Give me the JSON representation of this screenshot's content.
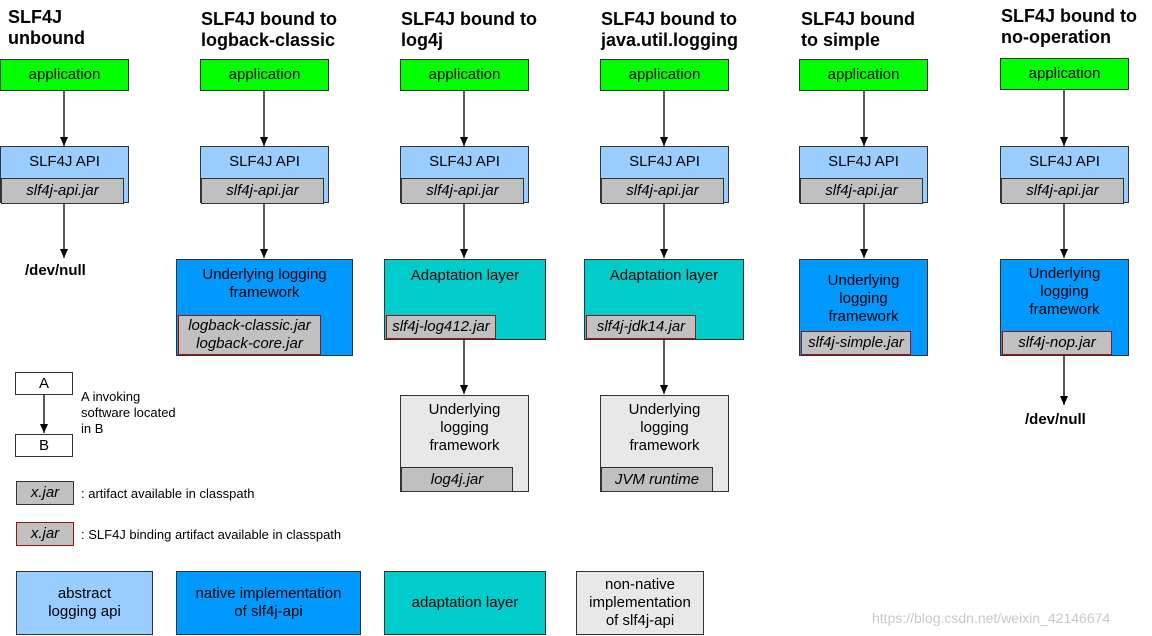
{
  "columns": [
    {
      "title": "SLF4J\nunbound",
      "app": "application",
      "api": "SLF4J API",
      "api_jar": "slf4j-api.jar",
      "devnull": "/dev/null"
    },
    {
      "title": "SLF4J bound to\nlogback-classic",
      "app": "application",
      "api": "SLF4J API",
      "api_jar": "slf4j-api.jar",
      "layer": "Underlying logging\nframework",
      "jar_lines": [
        "logback-classic.jar",
        "logback-core.jar"
      ]
    },
    {
      "title": "SLF4J bound to\nlog4j",
      "app": "application",
      "api": "SLF4J API",
      "api_jar": "slf4j-api.jar",
      "layer": "Adaptation layer",
      "layer_jar": "slf4j-log412.jar",
      "framework": "Underlying\nlogging\nframework",
      "framework_jar": "log4j.jar"
    },
    {
      "title": "SLF4J bound to\njava.util.logging",
      "app": "application",
      "api": "SLF4J API",
      "api_jar": "slf4j-api.jar",
      "layer": "Adaptation layer",
      "layer_jar": "slf4j-jdk14.jar",
      "framework": "Underlying\nlogging\nframework",
      "framework_jar": "JVM runtime"
    },
    {
      "title": "SLF4J bound\nto simple",
      "app": "application",
      "api": "SLF4J API",
      "api_jar": "slf4j-api.jar",
      "layer": "Underlying\nlogging\nframework",
      "layer_jar": "slf4j-simple.jar"
    },
    {
      "title": "SLF4J bound to\nno-operation",
      "app": "application",
      "api": "SLF4J API",
      "api_jar": "slf4j-api.jar",
      "layer": "Underlying\nlogging\nframework",
      "layer_jar": "slf4j-nop.jar",
      "devnull": "/dev/null"
    }
  ],
  "legend": {
    "box_a": "A",
    "box_b": "B",
    "invoking_text": "A invoking\nsoftware located\nin B",
    "jar_sample": "x.jar",
    "jar_text": ": artifact available in classpath",
    "binding_sample": "x.jar",
    "binding_text": ": SLF4J binding artifact available in classpath",
    "swatches": [
      {
        "label": "abstract\nlogging api",
        "color": "#99ccff"
      },
      {
        "label": "native implementation\nof slf4j-api",
        "color": "#0099ff"
      },
      {
        "label": "adaptation layer",
        "color": "#00cccc"
      },
      {
        "label": "non-native\nimplementation\nof slf4j-api",
        "color": "#e8e8e8"
      }
    ]
  },
  "watermark": "https://blog.csdn.net/weixin_42146674",
  "colors": {
    "application": "#00ff00",
    "api": "#99ccff",
    "native": "#0099ff",
    "adaptation": "#00cccc",
    "non_native": "#e8e8e8",
    "jar": "#c0c0c0",
    "binding_border": "#a01010"
  }
}
